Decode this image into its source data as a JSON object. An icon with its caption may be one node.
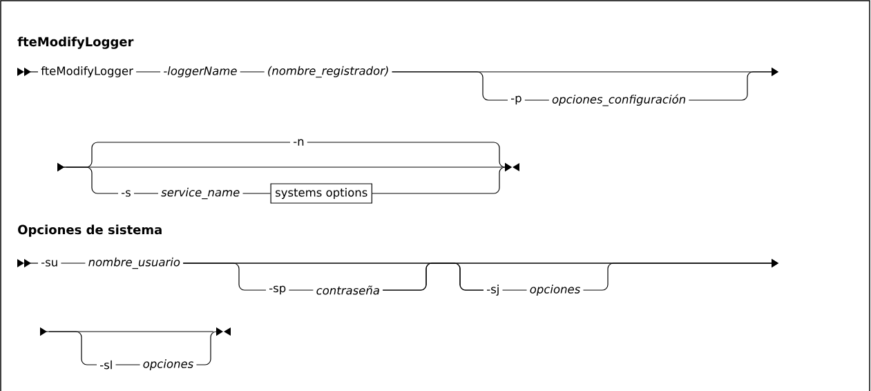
{
  "diagram": {
    "title": "fteModifyLogger",
    "nodes": [
      {
        "text": [
          "fteModifyLogger"
        ]
      },
      {
        "text": [
          "-loggerName"
        ]
      },
      {
        "text": [
          "(nombre_registrador)"
        ]
      },
      {
        "text": [
          "-p"
        ]
      },
      {
        "text": [
          "opciones_configuración"
        ]
      },
      {
        "text": [
          "-n"
        ]
      },
      {
        "text": [
          "-s"
        ]
      },
      {
        "text": [
          "service_name"
        ]
      },
      {
        "text": [
          "systems options"
        ]
      },
      {
        "text": [
          "-su"
        ]
      },
      {
        "text": [
          "nombre_usuario"
        ]
      },
      {
        "text": [
          "-sp"
        ]
      },
      {
        "text": [
          "contraseña"
        ]
      },
      {
        "text": [
          "-sj"
        ]
      },
      {
        "text": [
          "opciones"
        ]
      },
      {
        "text": [
          "-sl"
        ]
      },
      {
        "text": [
          "opciones"
        ]
      }
    ],
    "edges": [
      {
        "from": 0,
        "to": 1,
        "arrow": "none"
      },
      {
        "from": 1,
        "to": 2,
        "arrow": "none"
      },
      {
        "from": 2,
        "to": null,
        "arrow": "to"
      },
      {
        "from": 2,
        "to": 3,
        "arrow": "none"
      },
      {
        "from": 3,
        "to": 4,
        "arrow": "none"
      },
      {
        "from": 4,
        "to": null,
        "arrow": "to"
      },
      {
        "from": null,
        "to": 5,
        "arrow": "to"
      },
      {
        "from": null,
        "to": 6,
        "arrow": "to"
      },
      {
        "from": 6,
        "to": 7,
        "arrow": "none"
      },
      {
        "from": 7,
        "to": 8,
        "arrow": "none"
      },
      {
        "from": 5,
        "to": null,
        "arrow": "to"
      },
      {
        "from": 8,
        "to": null,
        "arrow": "to"
      },
      {
        "from": 9,
        "to": 10,
        "arrow": "none"
      },
      {
        "from": 10,
        "to": null,
        "arrow": "to"
      },
      {
        "from": 10,
        "to": 11,
        "arrow": "none"
      },
      {
        "from": 11,
        "to": 12,
        "arrow": "none"
      },
      {
        "from": 12,
        "to": 13,
        "arrow": "none"
      },
      {
        "from": 10,
        "to": 13,
        "arrow": "none"
      },
      {
        "from": 12,
        "to": null,
        "arrow": "to"
      },
      {
        "from": 13,
        "to": 14,
        "arrow": "none"
      },
      {
        "from": 14,
        "to": null,
        "arrow": "to"
      },
      {
        "from": null,
        "to": 15,
        "arrow": "to"
      },
      {
        "from": 15,
        "to": 16,
        "arrow": "none"
      },
      {
        "from": 16,
        "to": null,
        "arrow": "to"
      },
      {
        "from": null,
        "to": 0,
        "arrow": "to"
      },
      {
        "from": null,
        "to": 9,
        "arrow": "to"
      }
    ],
    "labels": [
      "Opciones de sistema"
    ]
  }
}
